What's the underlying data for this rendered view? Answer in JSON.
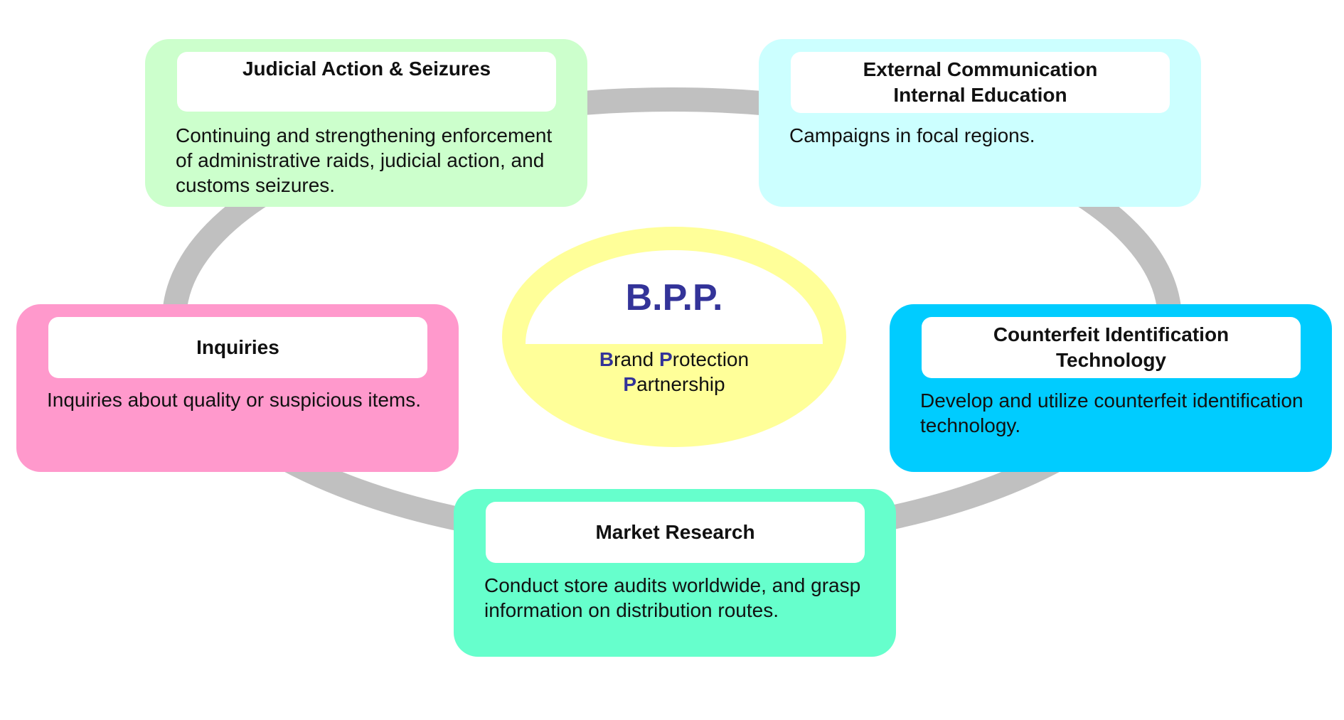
{
  "center": {
    "title": "B.P.P.",
    "subtitle_line1_initial_1": "B",
    "subtitle_line1_rest_1": "rand ",
    "subtitle_line1_initial_2": "P",
    "subtitle_line1_rest_2": "rotection",
    "subtitle_line2_initial": "P",
    "subtitle_line2_rest": "artnership",
    "accent_color": "#333399",
    "fill_color": "#ffff99"
  },
  "cards": {
    "judicial": {
      "title": "Judicial Action & Seizures",
      "body": "Continuing and strengthening enforcement of administrative raids, judicial action, and customs seizures.",
      "color": "#ccffcc"
    },
    "external": {
      "title": "External Communication\nInternal Education",
      "body": "Campaigns in focal regions.",
      "color": "#ccffff"
    },
    "inquiries": {
      "title": "Inquiries",
      "body": "Inquiries about quality or suspicious items.",
      "color": "#ff99cc"
    },
    "counterfeit": {
      "title": "Counterfeit Identification\nTechnology",
      "body": "Develop and utilize counterfeit identification technology.",
      "color": "#00ccff"
    },
    "market": {
      "title": "Market Research",
      "body": "Conduct store audits worldwide, and grasp information on distribution routes.",
      "color": "#66ffcc"
    }
  },
  "ring_color": "#c0c0c0"
}
